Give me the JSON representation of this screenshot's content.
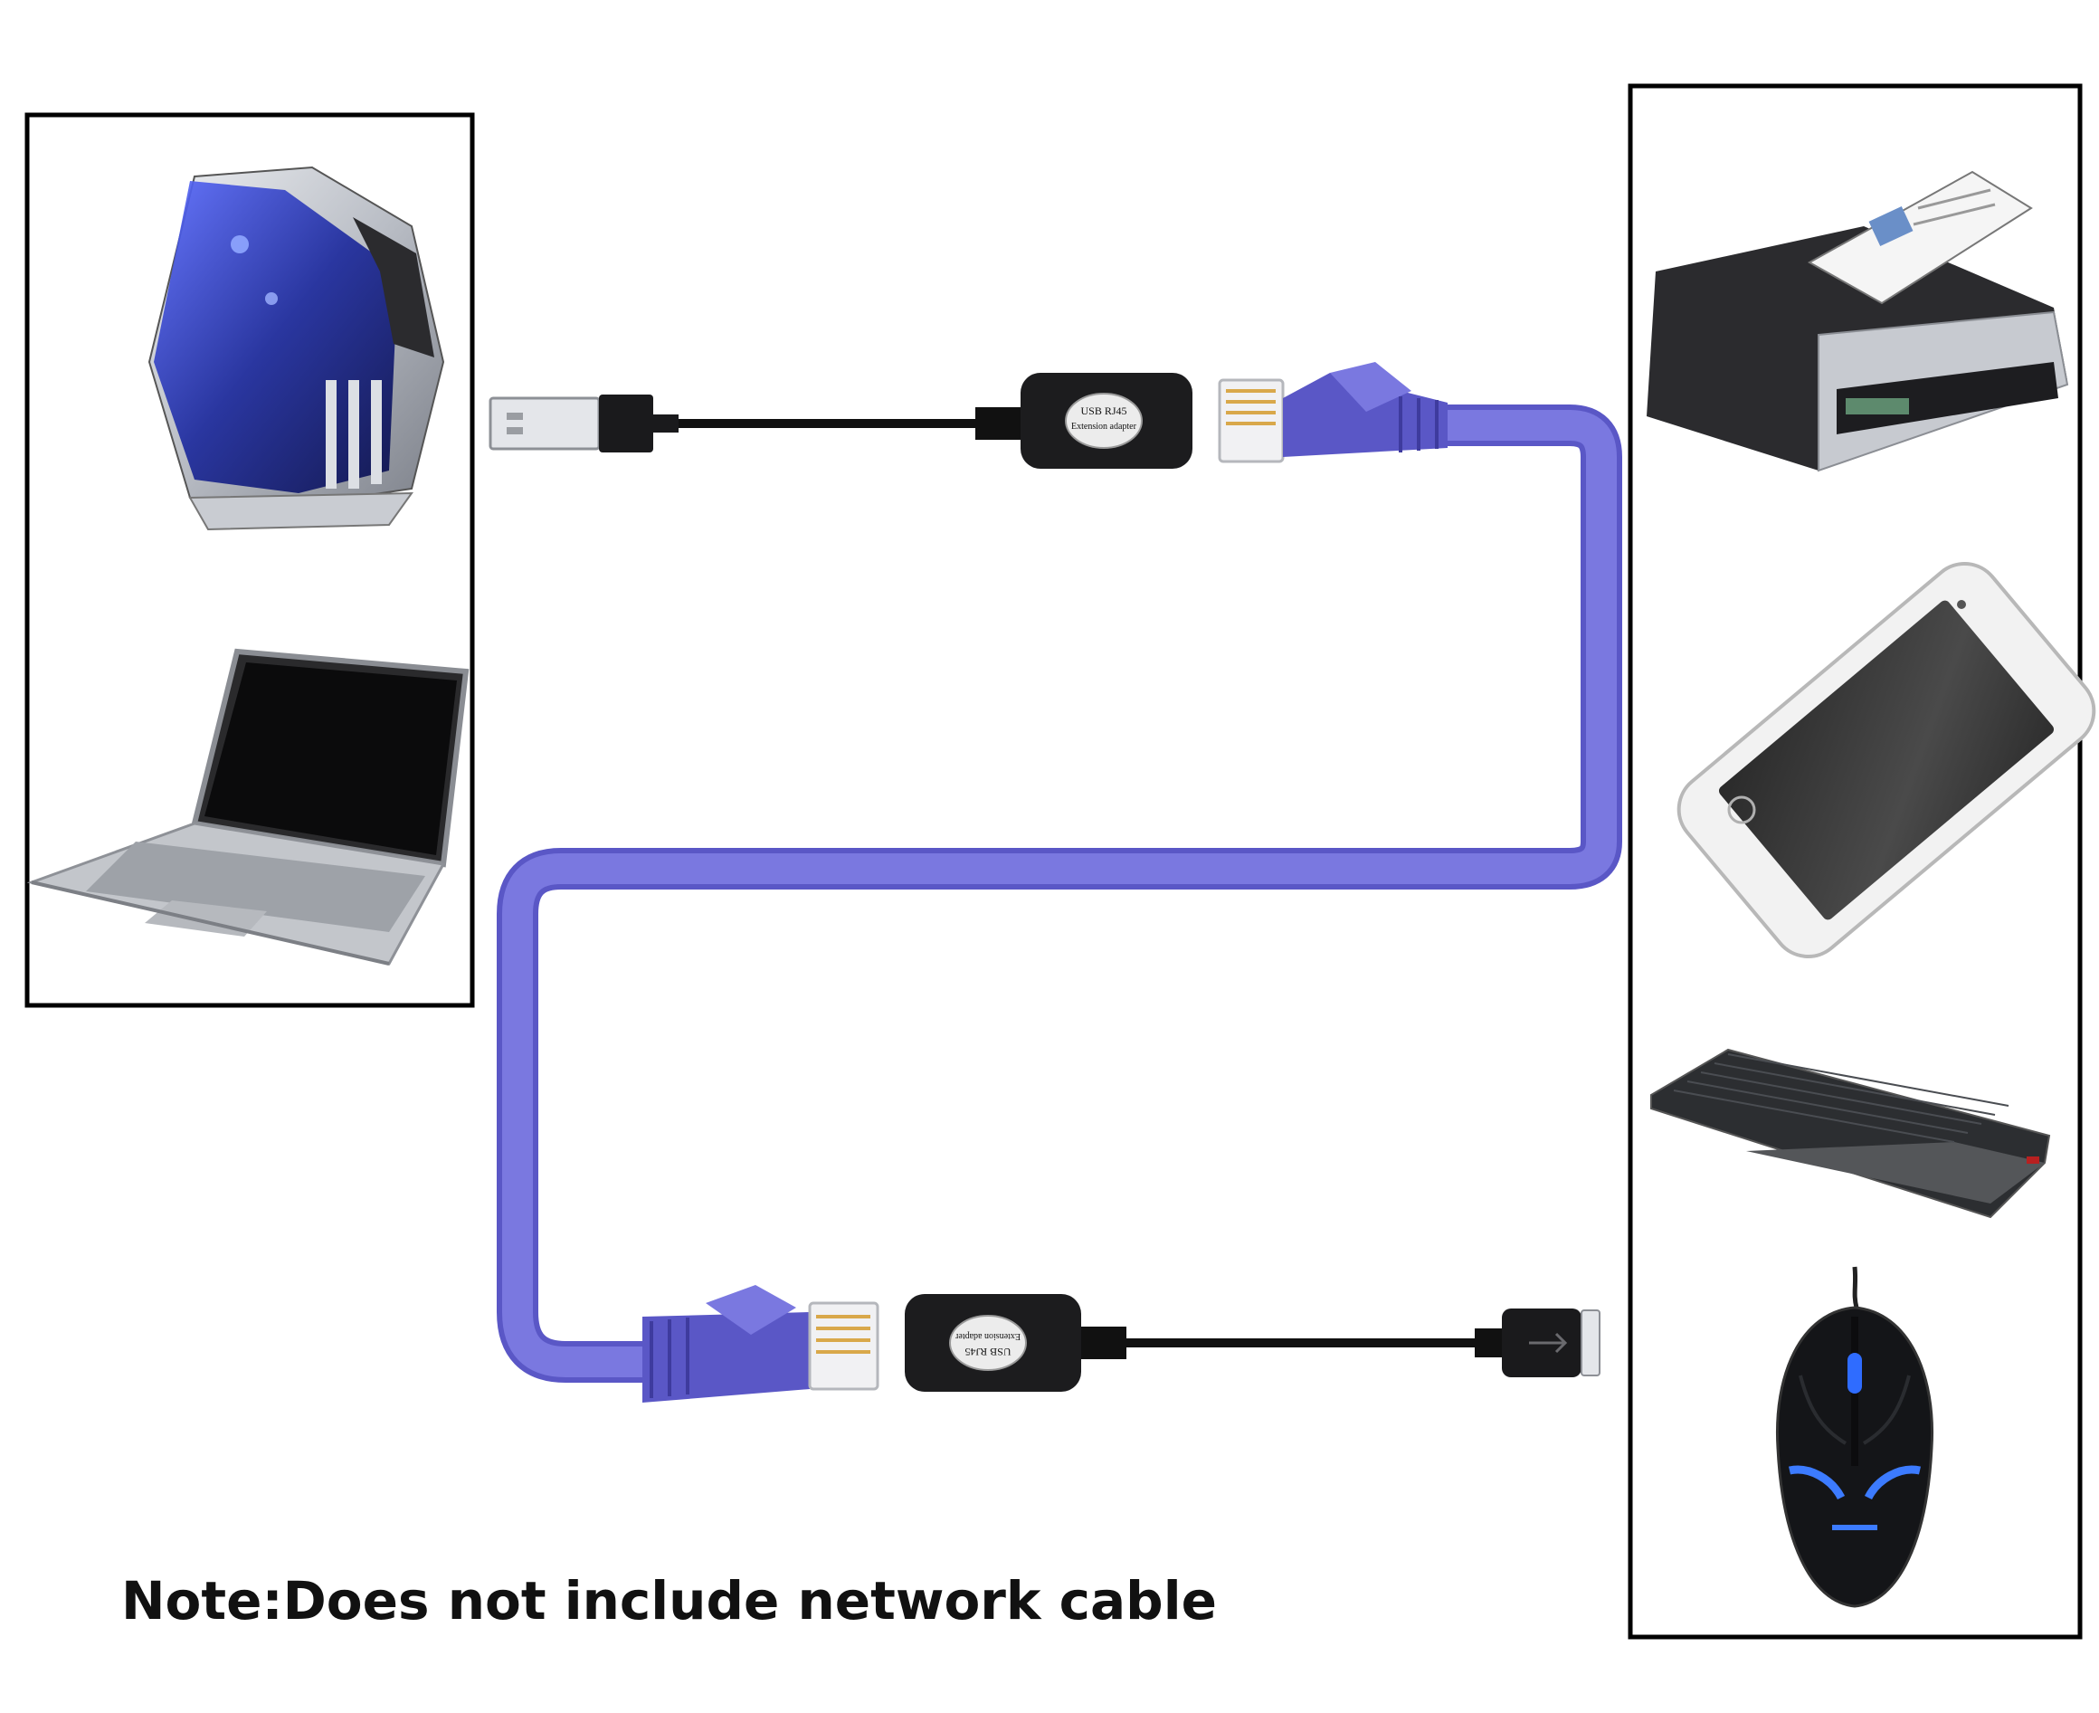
{
  "note": {
    "text": "Note:Does not include network cable"
  },
  "adapter_top": {
    "line1": "USB RJ45",
    "line2": "Extension adapter"
  },
  "adapter_bottom": {
    "line1": "USB RJ45",
    "line2": "Extension adapter"
  },
  "devices": {
    "host": [
      "desktop-pc-icon",
      "laptop-icon"
    ],
    "peripherals": [
      "printer-scanner-icon",
      "smartphone-icon",
      "keyboard-icon",
      "mouse-icon"
    ]
  },
  "colors": {
    "cable": "#7a78e0",
    "cable_dark": "#5a57c6",
    "adapter": "#1c1c1e",
    "frame": "#000000",
    "text": "#111111"
  }
}
